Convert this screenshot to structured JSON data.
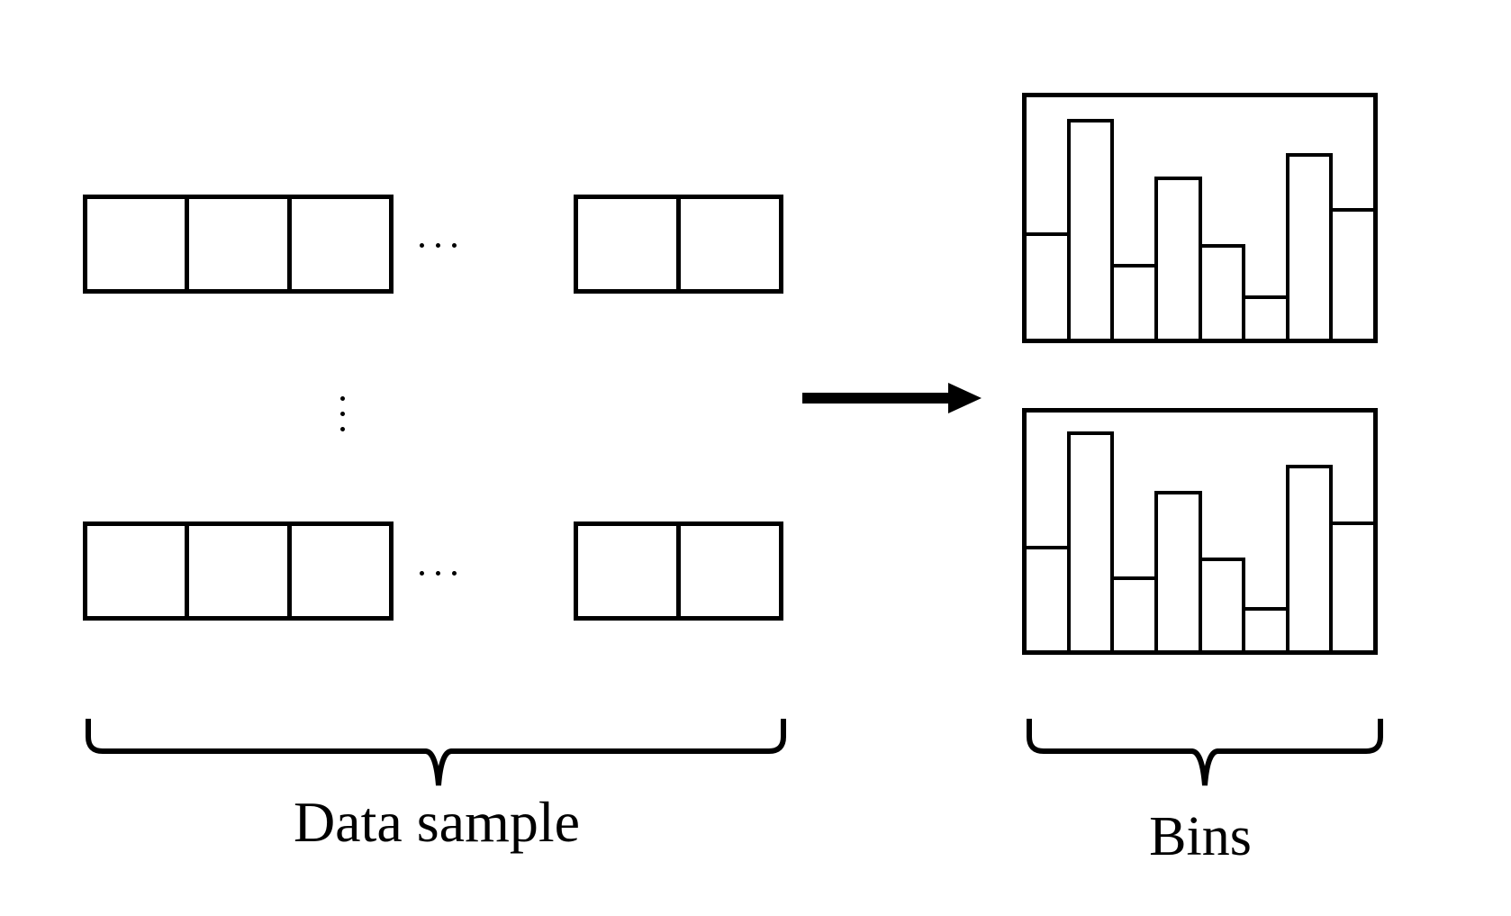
{
  "figure": {
    "background_color": "#ffffff",
    "ink_color": "#000000",
    "left_group": {
      "label": "Data sample",
      "ellipsis_dot_count": 3,
      "rows": [
        {
          "position": "top",
          "left_box_cells": 3,
          "right_box_cells": 2
        },
        {
          "position": "bottom",
          "left_box_cells": 3,
          "right_box_cells": 2
        }
      ]
    },
    "arrow": {
      "direction": "right"
    },
    "right_group": {
      "label": "Bins",
      "histogram_count": 2
    }
  },
  "chart_data": [
    {
      "type": "bar",
      "name": "top-histogram",
      "title": "",
      "bar_count": 8,
      "values": [
        44,
        91,
        31,
        67,
        39,
        18,
        77,
        54
      ],
      "unit": "percent of frame height (no axes or labels shown)",
      "ylim": [
        0,
        100
      ],
      "grid": false,
      "legend": false
    },
    {
      "type": "bar",
      "name": "bottom-histogram",
      "title": "",
      "bar_count": 8,
      "values": [
        44,
        92,
        31,
        67,
        39,
        18,
        78,
        54
      ],
      "unit": "percent of frame height (no axes or labels shown)",
      "ylim": [
        0,
        100
      ],
      "grid": false,
      "legend": false
    }
  ]
}
